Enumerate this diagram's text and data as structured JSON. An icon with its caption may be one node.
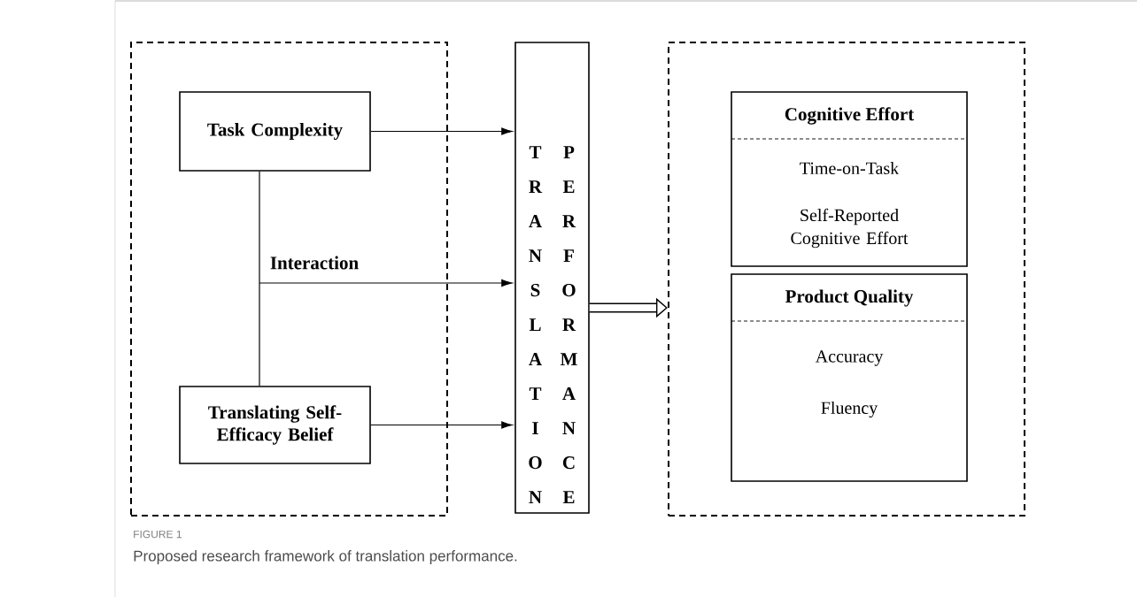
{
  "diagram": {
    "caption": "Proposed research framework of translation performance.",
    "nodes": [
      {
        "text": [],
        "shape": "box"
      },
      {
        "text": [
          "Task Complexity"
        ],
        "in": 0
      },
      {
        "text": [
          "Translating Self-Efficacy Belief"
        ],
        "in": 0
      },
      {
        "text": [
          "TRANSLATION",
          "PERFORMANCE"
        ]
      },
      {
        "text": [],
        "shape": "box"
      },
      {
        "text": [
          "Cognitive Effort",
          "Time-on-Task",
          "Self-Reported Cognitive Effort"
        ],
        "in": 4
      },
      {
        "text": [
          "Product Quality",
          "Accuracy",
          "Fluency"
        ],
        "in": 4
      }
    ],
    "edges": [
      {
        "from": 1,
        "to": 3,
        "arrow": "to"
      },
      {
        "from": 1,
        "to": 2,
        "arrow": "none"
      },
      {
        "from": null,
        "to": 3,
        "arrow": "to",
        "label": "Interaction"
      },
      {
        "from": 2,
        "to": 3,
        "arrow": "to"
      },
      {
        "from": 3,
        "to": 4,
        "arrow": "to",
        "style": "thick"
      }
    ],
    "labels": [
      "FIGURE 1"
    ]
  }
}
